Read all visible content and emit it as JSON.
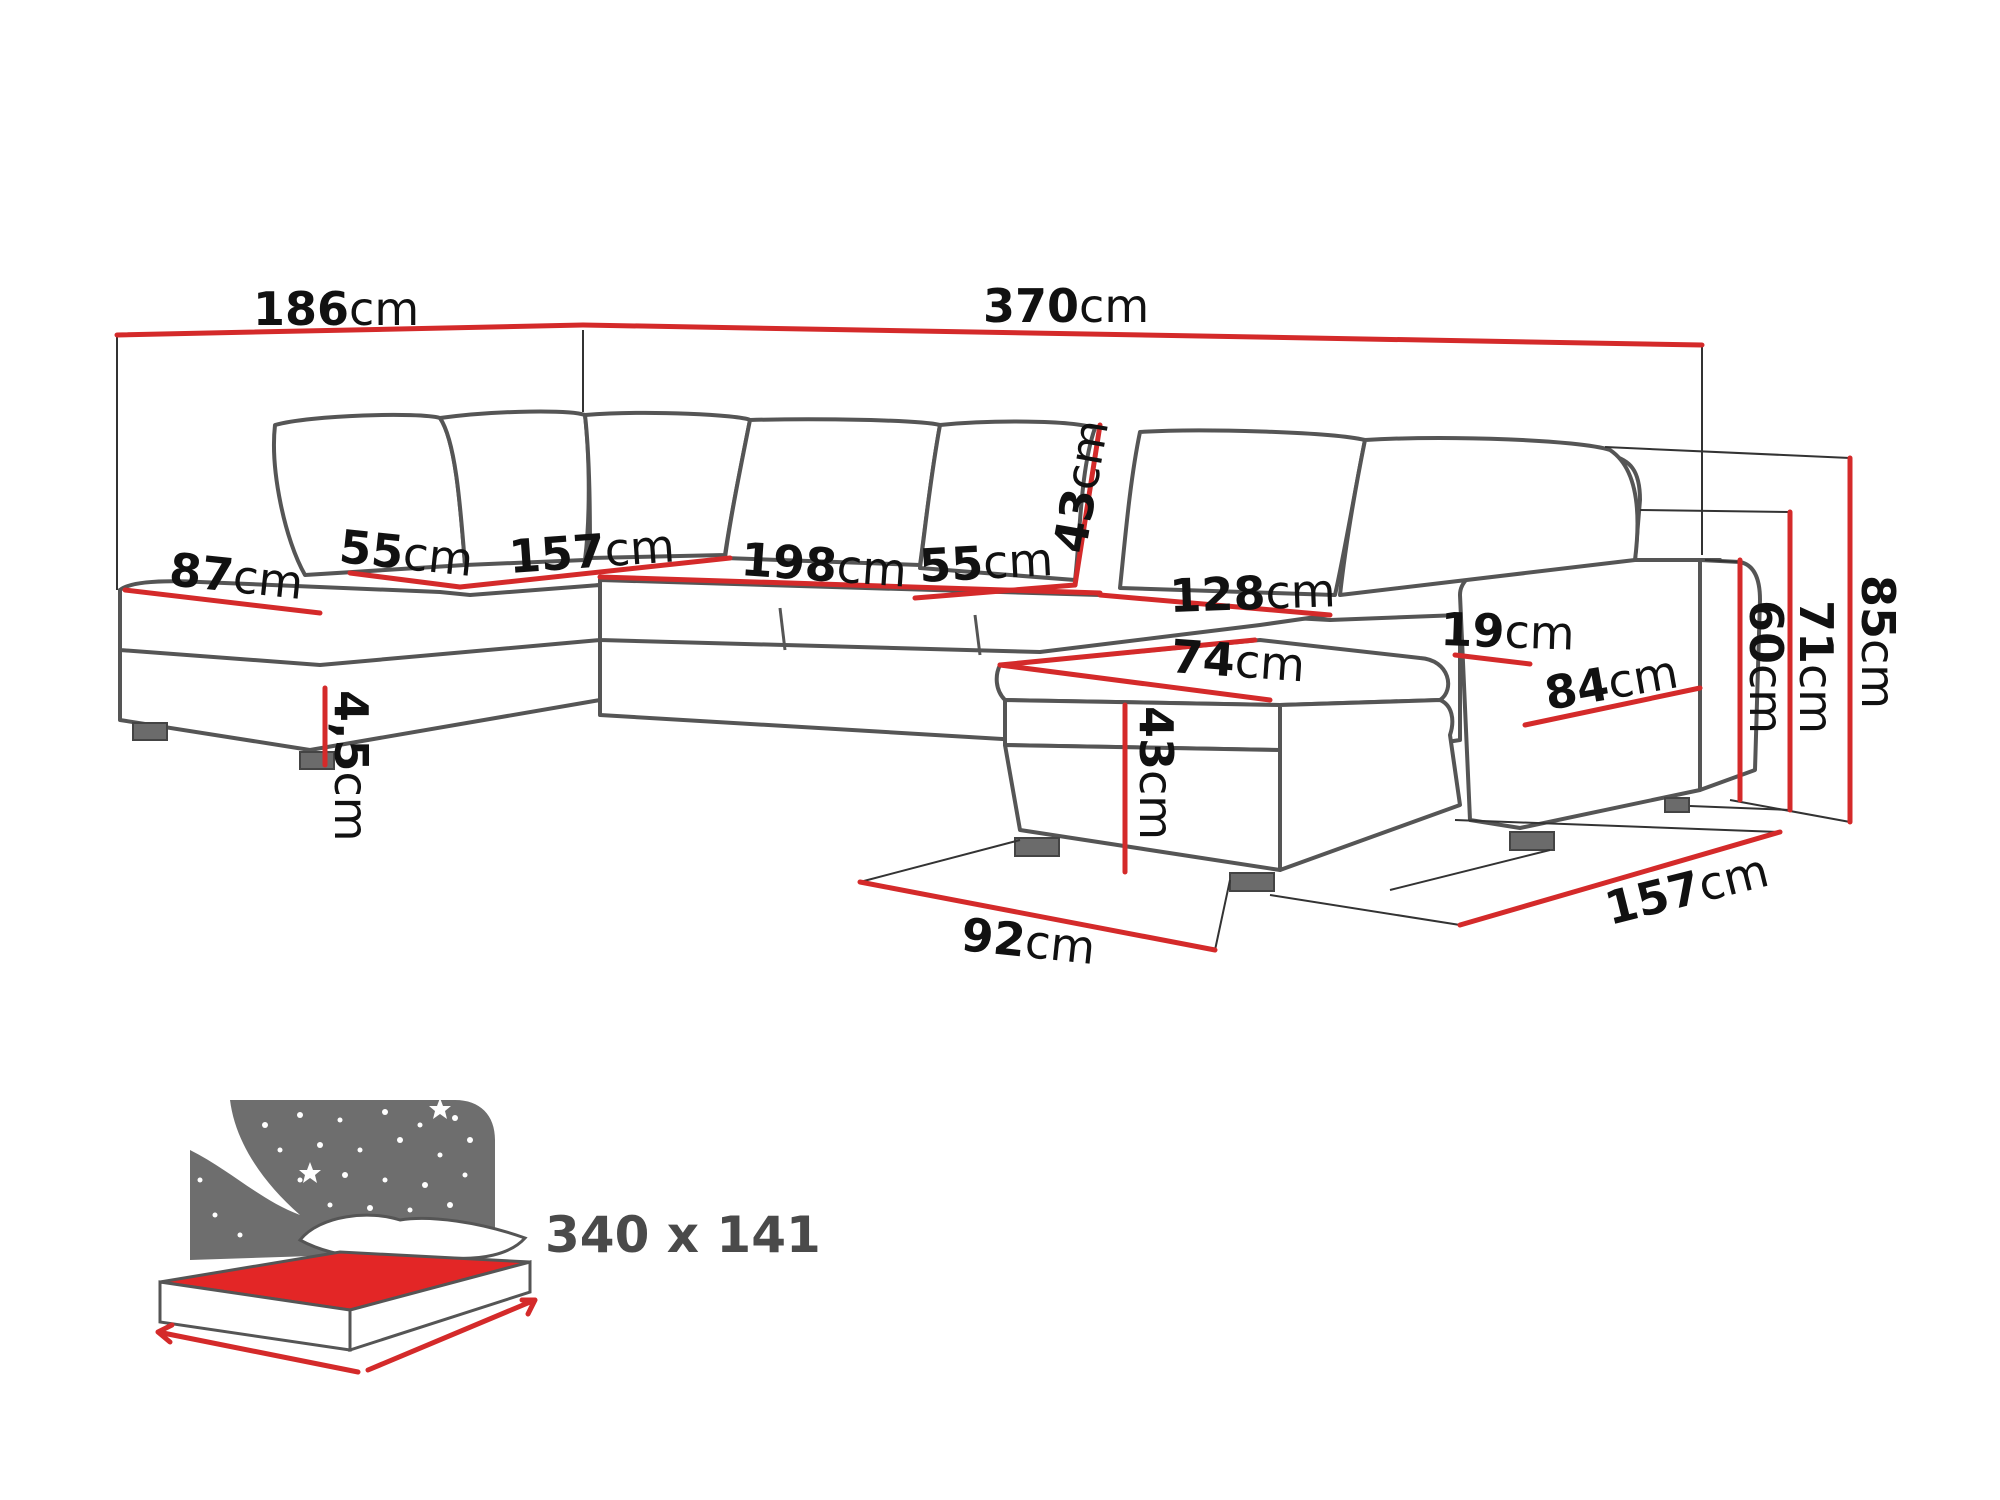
{
  "diagram": {
    "unit": "cm",
    "dimensions": {
      "total_width": "370",
      "left_depth": "186",
      "chaise_seat_left": "87",
      "back_left": "55",
      "seat_157": "157",
      "seat_198": "198",
      "back_right": "55",
      "back_height": "43",
      "seat_128": "128",
      "armrest": "19",
      "chaise_seat_right": "74",
      "seat_height": "43",
      "arm_depth": "84",
      "leg_height": "4,5",
      "h60": "60",
      "h71": "71",
      "h85": "85",
      "chaise_width": "92",
      "right_depth": "157"
    },
    "bed_size": "340 x 141",
    "colors": {
      "dimension_line": "#d42a2a",
      "outline": "#555555",
      "mattress": "#e32626",
      "night_sky": "#6e6e6e"
    },
    "icons": [
      "sofa-outline",
      "bed-function-icon",
      "star-icon",
      "pillow-icon"
    ]
  }
}
